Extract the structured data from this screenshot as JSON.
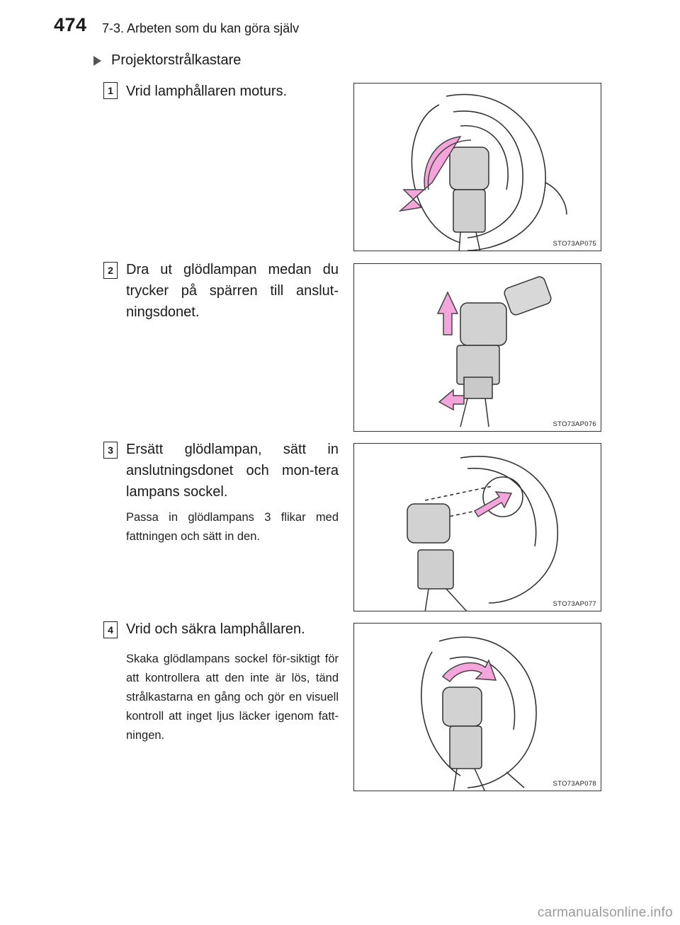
{
  "header": {
    "page_number": "474",
    "section": "7-3. Arbeten som du kan göra själv"
  },
  "heading": "Projektorstrålkastare",
  "steps": [
    {
      "number": "1",
      "text": "Vrid lamphållaren moturs.",
      "note": "",
      "figure_code": "STO73AP075"
    },
    {
      "number": "2",
      "text": "Dra ut glödlampan medan du trycker på spärren till anslut-ningsdonet.",
      "note": "",
      "figure_code": "STO73AP076"
    },
    {
      "number": "3",
      "text": "Ersätt glödlampan, sätt in anslutningsdonet och mon-tera lampans sockel.",
      "note": "Passa in glödlampans 3 flikar med fattningen och sätt in den.",
      "figure_code": "STO73AP077"
    },
    {
      "number": "4",
      "text": "Vrid och säkra lamphållaren.",
      "note": "Skaka glödlampans sockel för-siktigt för att kontrollera att den inte är lös, tänd strålkastarna en gång och gör en visuell kontroll att inget ljus läcker igenom fatt-ningen.",
      "figure_code": "STO73AP078"
    }
  ],
  "colors": {
    "arrow": "#f4a6dc",
    "arrow_stroke": "#444444",
    "part_fill": "#d2d2d2"
  },
  "icons": {
    "heading_marker": "triangle-right-icon"
  },
  "footer": {
    "watermark": "carmanualsonline.info"
  }
}
